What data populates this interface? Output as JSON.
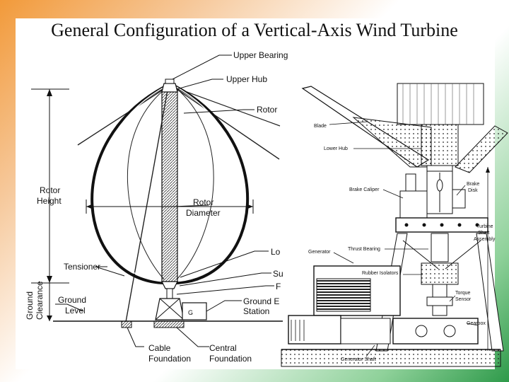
{
  "title": "General Configuration of a Vertical-Axis Wind Turbine",
  "left_labels": {
    "upper_bearing": "Upper Bearing",
    "upper_hub": "Upper Hub",
    "rotor": "Rotor",
    "rotor_height_1": "Rotor",
    "rotor_height_2": "Height",
    "rotor_diameter_1": "Rotor",
    "rotor_diameter_2": "Diameter",
    "lo": "Lo",
    "su": "Su",
    "f": "F",
    "tensioner": "Tensioner",
    "ground_clearance_1": "Ground",
    "ground_clearance_2": "Clearance",
    "ground_level_1": "Ground",
    "ground_level_2": "Level",
    "ground_station_1": "Ground E",
    "ground_station_2": "Station",
    "station_box": "G",
    "cable_foundation_1": "Cable",
    "cable_foundation_2": "Foundation",
    "central_foundation_1": "Central",
    "central_foundation_2": "Foundation"
  },
  "right_labels": {
    "blade": "Blade",
    "lower_hub": "Lower Hub",
    "brake_caliper": "Brake Caliper",
    "brake_disk_1": "Brake",
    "brake_disk_2": "Disk",
    "thrust_bearing": "Thrust Bearing",
    "turbine_shaft_1": "Turbine",
    "turbine_shaft_2": "Shaft",
    "turbine_shaft_3": "Assembly",
    "generator": "Generator",
    "rubber_isolators": "Rubber Isolators",
    "torque_sensor_1": "Torque",
    "torque_sensor_2": "Sensor",
    "gearbox": "Gearbox",
    "generator_shaft": "Generator Shaft"
  }
}
